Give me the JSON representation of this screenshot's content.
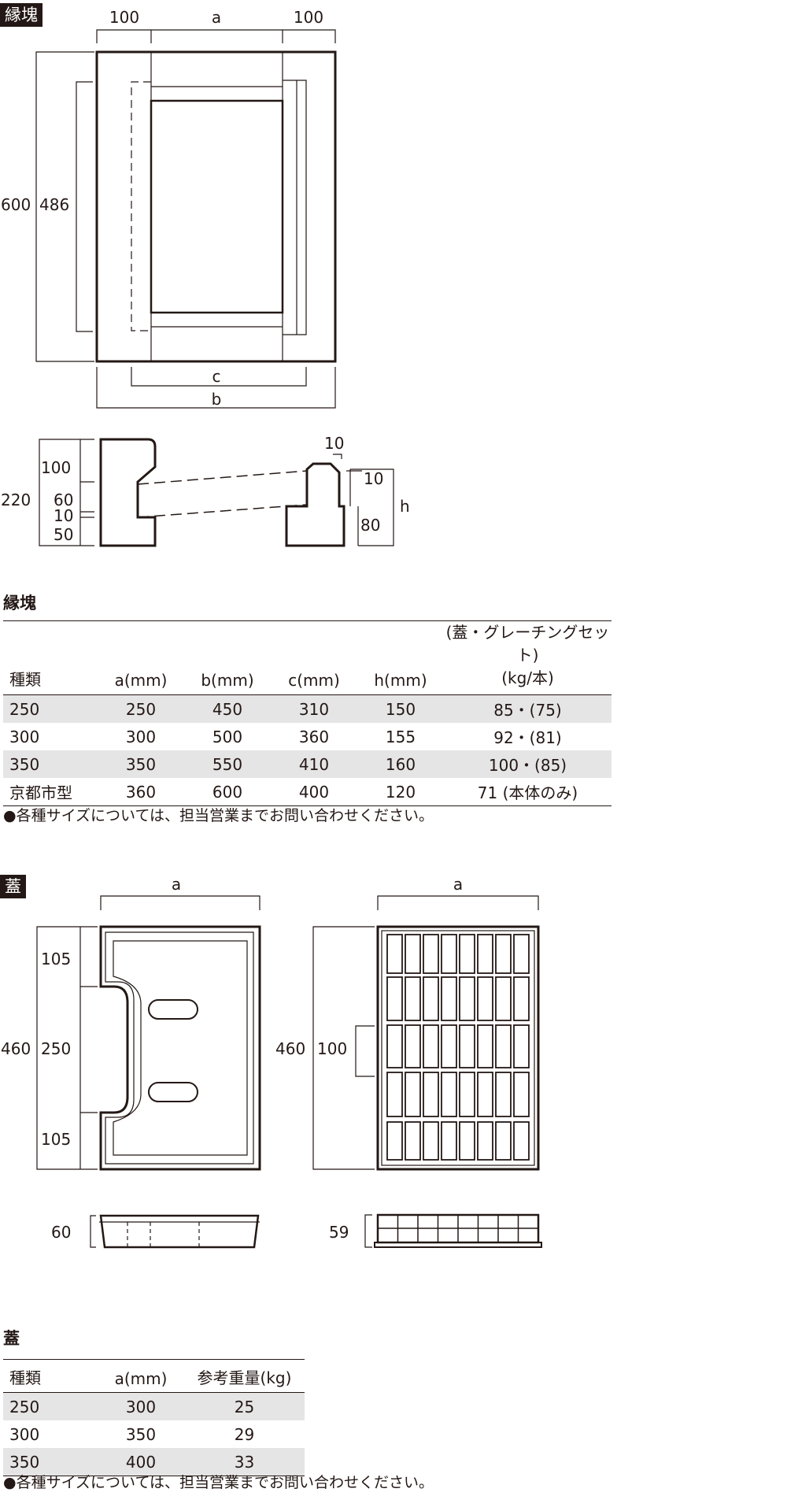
{
  "section1": {
    "tag": "縁塊",
    "title": "縁塊",
    "plan_dims": {
      "left": "100",
      "a": "a",
      "right": "100",
      "height_outer": "600",
      "height_inner": "486",
      "c": "c",
      "b": "b"
    },
    "section_dims": {
      "total": "220",
      "d100": "100",
      "d60": "60",
      "d10": "10",
      "d50": "50",
      "top10": "10",
      "right10": "10",
      "d80": "80",
      "h": "h"
    },
    "table": {
      "headers": [
        "種類",
        "a(mm)",
        "b(mm)",
        "c(mm)",
        "h(mm)",
        "(蓋・グレーチングセット)",
        "(kg/本)"
      ],
      "rows": [
        [
          "250",
          "250",
          "450",
          "310",
          "150",
          "85・(75)"
        ],
        [
          "300",
          "300",
          "500",
          "360",
          "155",
          "92・(81)"
        ],
        [
          "350",
          "350",
          "550",
          "410",
          "160",
          "100・(85)"
        ],
        [
          "京都市型",
          "360",
          "600",
          "400",
          "120",
          "71 (本体のみ)"
        ]
      ]
    },
    "note": "●各種サイズについては、担当営業までお問い合わせください。"
  },
  "section2": {
    "tag": "蓋",
    "title": "蓋",
    "lid_dims": {
      "a": "a",
      "total": "460",
      "top": "105",
      "mid": "250",
      "bottom": "105",
      "thickness": "60"
    },
    "grating_dims": {
      "a": "a",
      "total": "460",
      "pitch": "100",
      "thickness": "59"
    },
    "table": {
      "headers": [
        "種類",
        "a(mm)",
        "参考重量(kg)"
      ],
      "rows": [
        [
          "250",
          "300",
          "25"
        ],
        [
          "300",
          "350",
          "29"
        ],
        [
          "350",
          "400",
          "33"
        ]
      ]
    },
    "note": "●各種サイズについては、担当営業までお問い合わせください。"
  }
}
